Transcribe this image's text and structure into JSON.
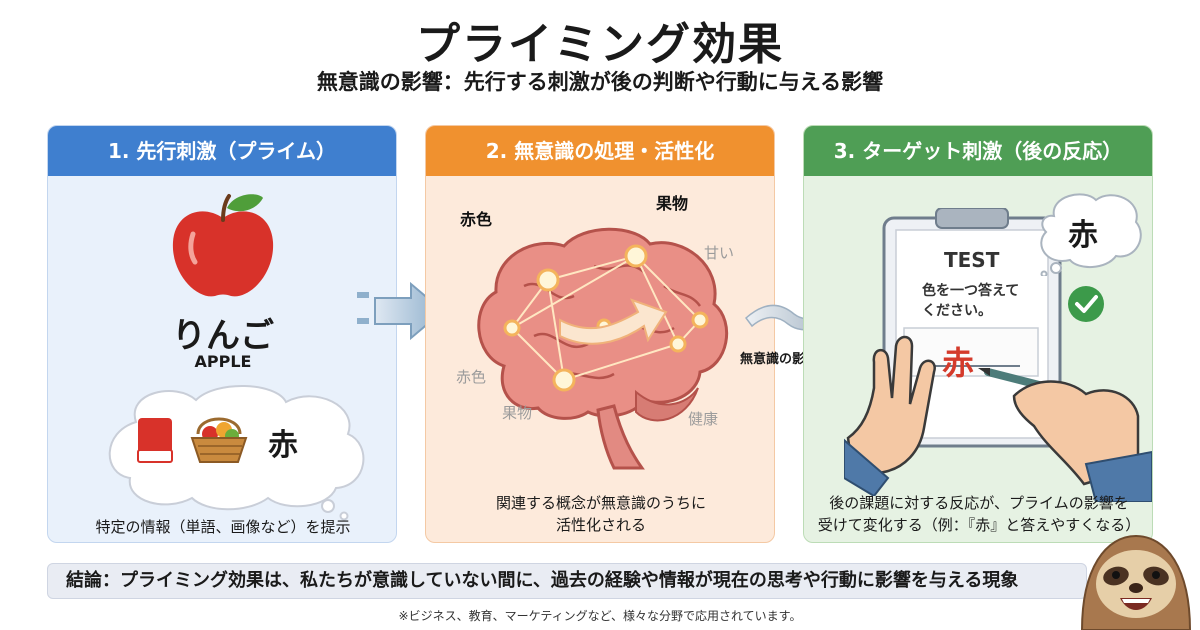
{
  "header": {
    "title": "プライミング効果",
    "subtitle": "無意識の影響：先行する刺激が後の判断や行動に与える影響"
  },
  "panels": [
    {
      "heading": "1. 先行刺激（プライム）",
      "word": "りんご",
      "word_en": "APPLE",
      "thought_text": "赤",
      "caption": "特定の情報（単語、画像など）を提示"
    },
    {
      "heading": "2. 無意識の処理・活性化",
      "labels_bold": [
        "赤色",
        "果物"
      ],
      "labels_faint": [
        "甘い",
        "赤色",
        "果物",
        "健康"
      ],
      "caption_line1": "関連する概念が無意識のうちに",
      "caption_line2": "活性化される"
    },
    {
      "heading": "3. ターゲット刺激（後の反応）",
      "bubble_text": "赤",
      "test_title": "TEST",
      "test_q_line1": "色を一つ答えて",
      "test_q_line2": "ください。",
      "answer": "赤",
      "caption_line1": "後の課題に対する反応が、プライムの影響を",
      "caption_line2": "受けて変化する（例：『赤』と答えやすくなる）"
    }
  ],
  "flow_label": "無意識の影響",
  "conclusion": "結論：プライミング効果は、私たちが意識していない間に、過去の経験や情報が現在の思考や行動に影響を与える現象",
  "note": "※ビジネス、教育、マーケティングなど、様々な分野で応用されています。",
  "colors": {
    "panel1": "#3f7fcf",
    "panel2": "#f0912f",
    "panel3": "#4f9e55",
    "accent_red": "#d43a2b"
  },
  "icons": [
    "apple-icon",
    "red-swatch-icon",
    "fruit-basket-icon",
    "brain-icon",
    "clipboard-icon",
    "pen-hand-icon",
    "check-icon",
    "arrow-icon",
    "sloth-mascot"
  ]
}
